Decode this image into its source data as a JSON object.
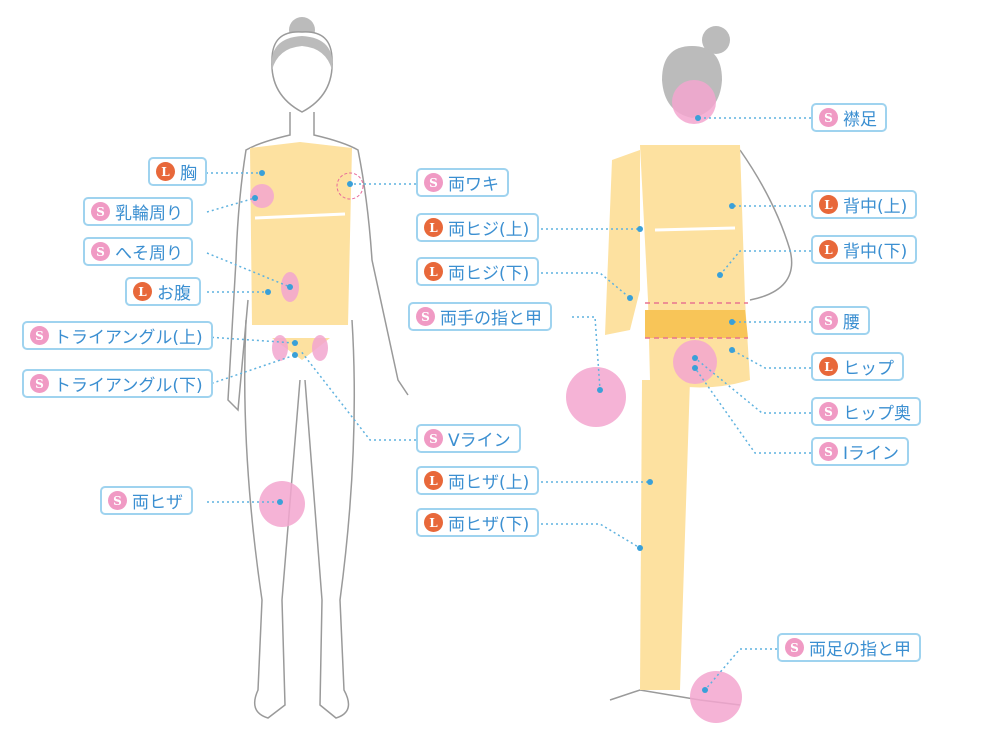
{
  "colors": {
    "label_text": "#3b8fd1",
    "label_border": "#9fd3ef",
    "badge_L": "#e8683a",
    "badge_S": "#f09ac4",
    "area_fill": "#fde1a0",
    "waist_fill": "#f8c558",
    "spot_pink": "#f3a6cf",
    "dot": "#3aa0d8"
  },
  "front_labels": [
    {
      "size": "L",
      "text": "胸"
    },
    {
      "size": "S",
      "text": "乳輪周り"
    },
    {
      "size": "S",
      "text": "へそ周り"
    },
    {
      "size": "L",
      "text": "お腹"
    },
    {
      "size": "S",
      "text": "トライアングル(上)"
    },
    {
      "size": "S",
      "text": "トライアングル(下)"
    },
    {
      "size": "S",
      "text": "両ヒザ"
    }
  ],
  "middle_labels": [
    {
      "size": "S",
      "text": "両ワキ"
    },
    {
      "size": "L",
      "text": "両ヒジ(上)"
    },
    {
      "size": "L",
      "text": "両ヒジ(下)"
    },
    {
      "size": "S",
      "text": "両手の指と甲"
    },
    {
      "size": "S",
      "text": "Vライン"
    },
    {
      "size": "L",
      "text": "両ヒザ(上)"
    },
    {
      "size": "L",
      "text": "両ヒザ(下)"
    }
  ],
  "back_labels": [
    {
      "size": "S",
      "text": "襟足"
    },
    {
      "size": "L",
      "text": "背中(上)"
    },
    {
      "size": "L",
      "text": "背中(下)"
    },
    {
      "size": "S",
      "text": "腰"
    },
    {
      "size": "L",
      "text": "ヒップ"
    },
    {
      "size": "S",
      "text": "ヒップ奥"
    },
    {
      "size": "S",
      "text": "Iライン"
    },
    {
      "size": "S",
      "text": "両足の指と甲"
    }
  ]
}
